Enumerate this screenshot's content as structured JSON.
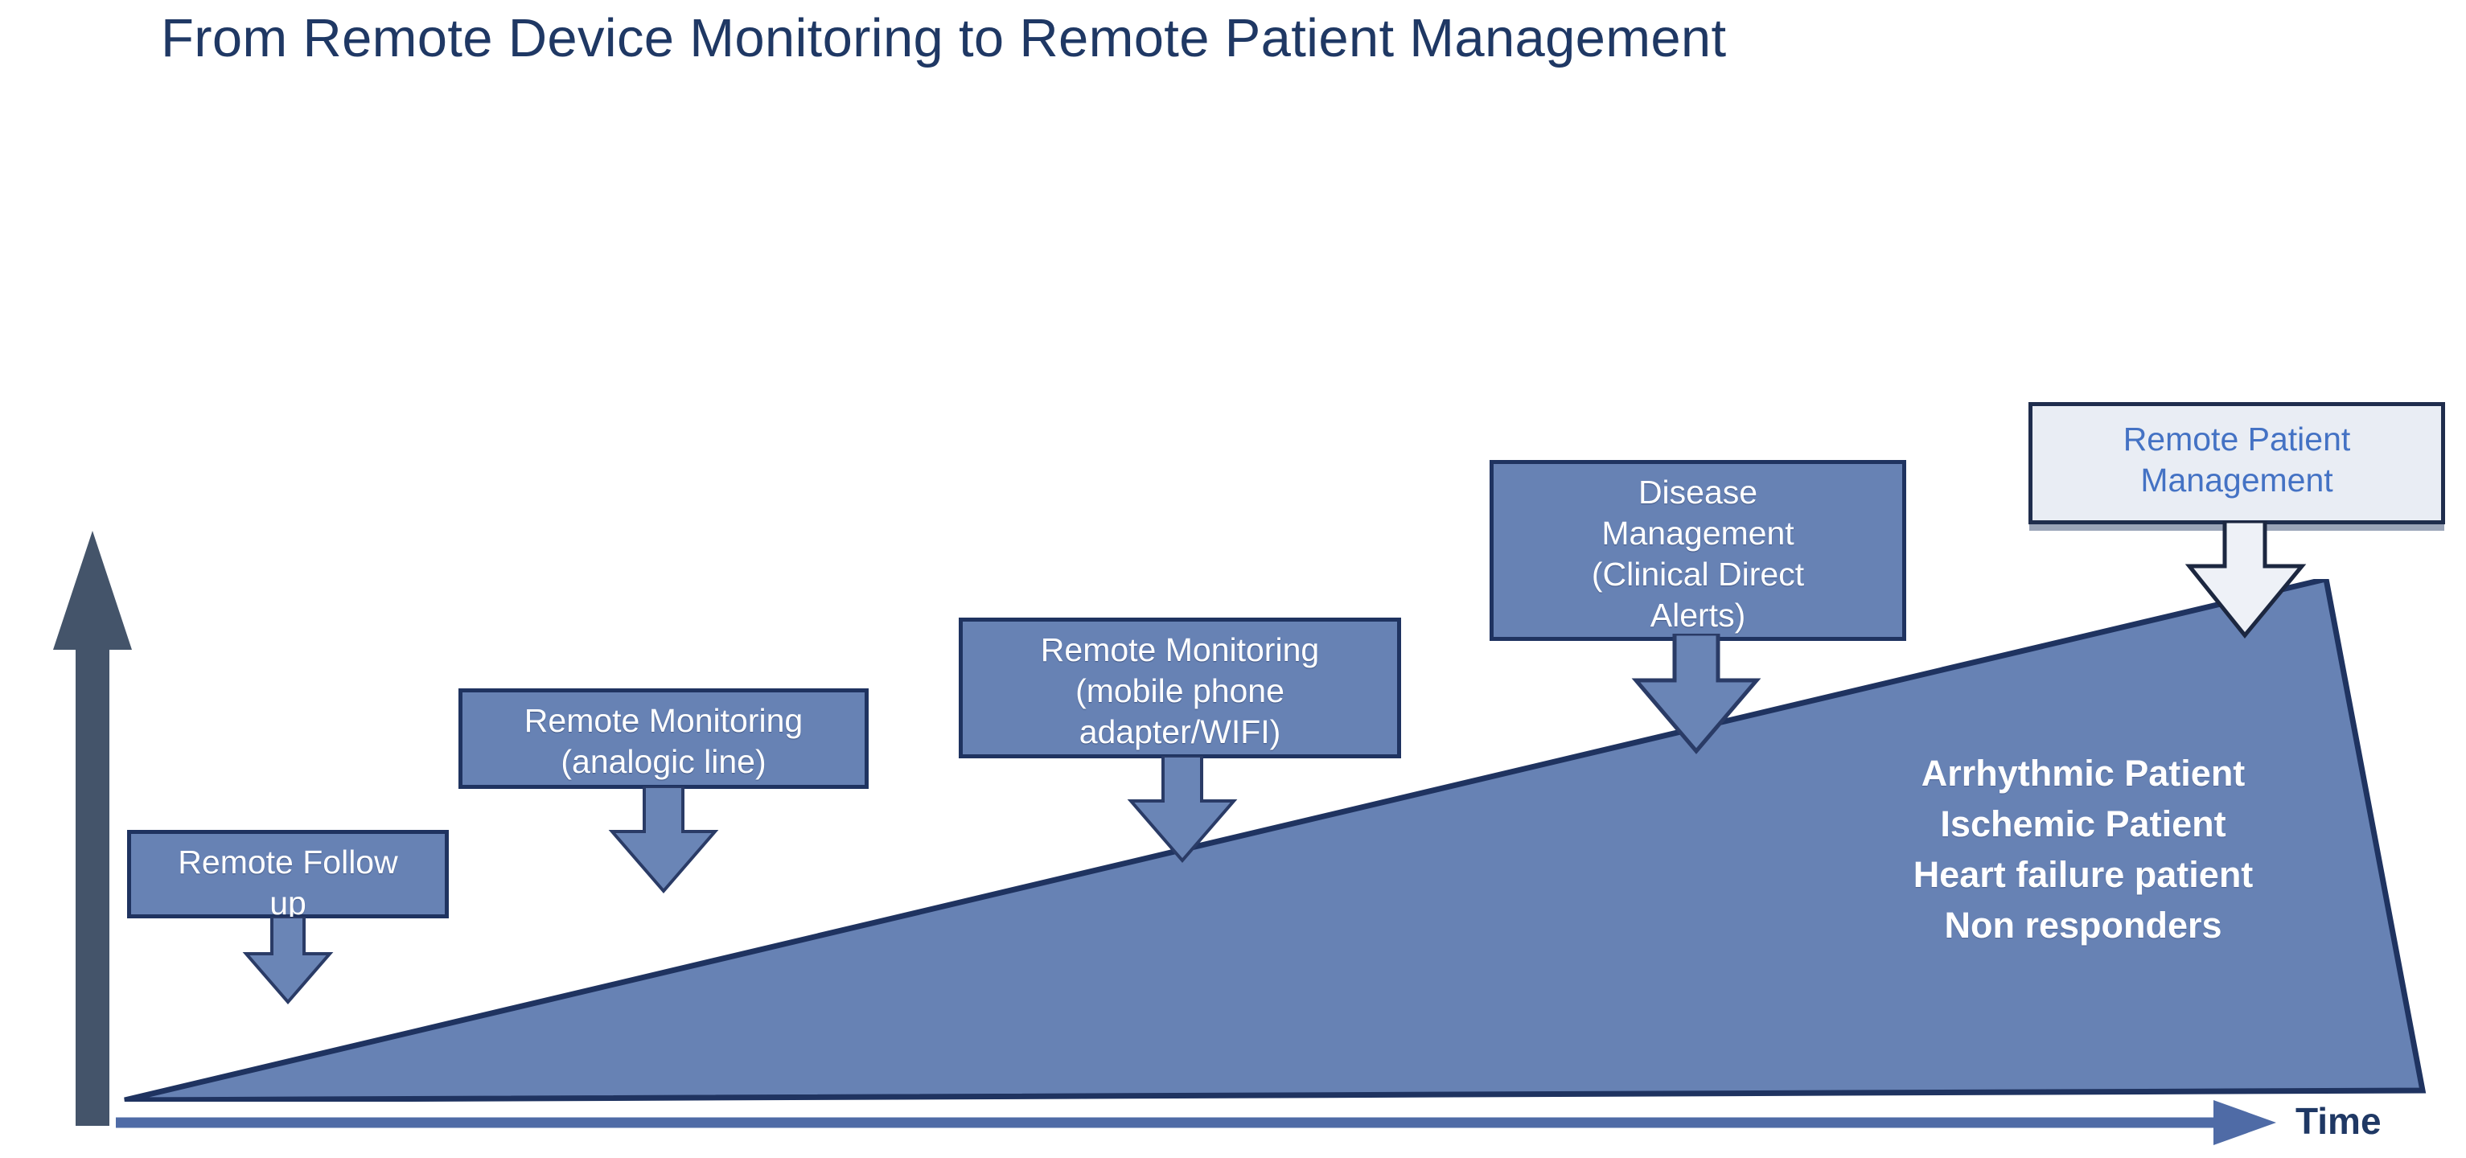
{
  "title": "From Remote Device Monitoring to Remote Patient Management",
  "axes": {
    "y_axis_name": "growth-arrow",
    "x_axis_label": "Time"
  },
  "colors": {
    "title": "#1f3864",
    "box_fill": "#6782b4",
    "box_border": "#1f3360",
    "box_text": "#ffffff",
    "light_box_fill": "#e9edf4",
    "light_box_text": "#4472c4",
    "wedge_fill": "#6782b4",
    "wedge_border": "#1f3360",
    "y_arrow": "#44546a",
    "x_arrow": "#4f6ba6",
    "time_label": "#1f3864"
  },
  "stages": [
    {
      "id": "remote-follow-up",
      "label": "Remote Follow up",
      "lines": [
        "Remote Follow",
        "up"
      ],
      "style": "filled"
    },
    {
      "id": "remote-monitoring-analogic",
      "label": "Remote Monitoring (analogic line)",
      "lines": [
        "Remote Monitoring",
        "(analogic line)"
      ],
      "style": "filled"
    },
    {
      "id": "remote-monitoring-mobile",
      "label": "Remote Monitoring (mobile phone adapter/WIFI)",
      "lines": [
        "Remote Monitoring",
        "(mobile phone",
        "adapter/WIFI)"
      ],
      "style": "filled"
    },
    {
      "id": "disease-management",
      "label": "Disease Management (Clinical Direct Alerts)",
      "lines": [
        "Disease",
        "Management",
        "(Clinical Direct",
        "Alerts)"
      ],
      "style": "filled"
    },
    {
      "id": "remote-patient-management",
      "label": "Remote Patient Management",
      "lines": [
        "Remote Patient",
        "Management"
      ],
      "style": "light"
    }
  ],
  "patient_groups": [
    "Arrhythmic Patient",
    "Ischemic Patient",
    "Heart failure patient",
    "Non responders"
  ]
}
